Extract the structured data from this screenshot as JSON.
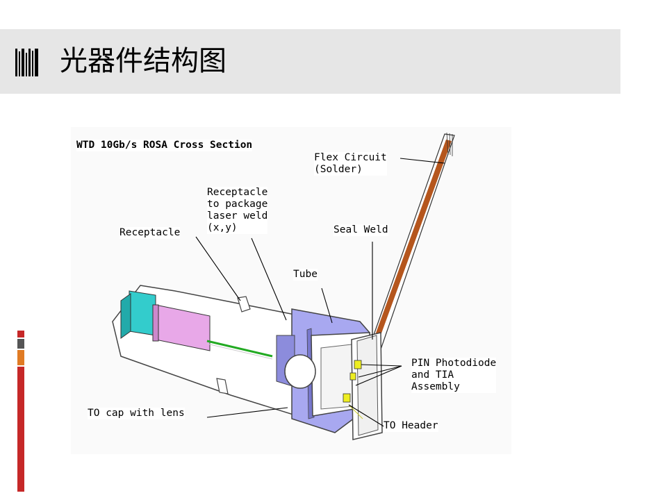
{
  "slide": {
    "title": "光器件结构图"
  },
  "diagram": {
    "title": "WTD 10Gb/s ROSA Cross Section",
    "labels": {
      "flex_circuit": "Flex Circuit\n(Solder)",
      "receptacle_weld": "Receptacle\nto package\nlaser weld\n(x,y)",
      "receptacle": "Receptacle",
      "seal_weld": "Seal Weld",
      "tube": "Tube",
      "pin_photodiode": "PIN Photodiode\nand TIA\nAssembly",
      "to_cap": "TO cap with lens",
      "to_header": "TO Header"
    }
  },
  "colors": {
    "title_band": "#e6e6e6",
    "accent_red": "#c62828",
    "accent_gray": "#555555",
    "accent_orange": "#e07b24",
    "flex_brown": "#b5561d",
    "tube_blue": "#9999ee",
    "receptacle_pink": "#e8a8e8",
    "lens_cyan": "#33cccc",
    "fiber_green": "#22aa22",
    "chip_yellow": "#eeee22"
  }
}
